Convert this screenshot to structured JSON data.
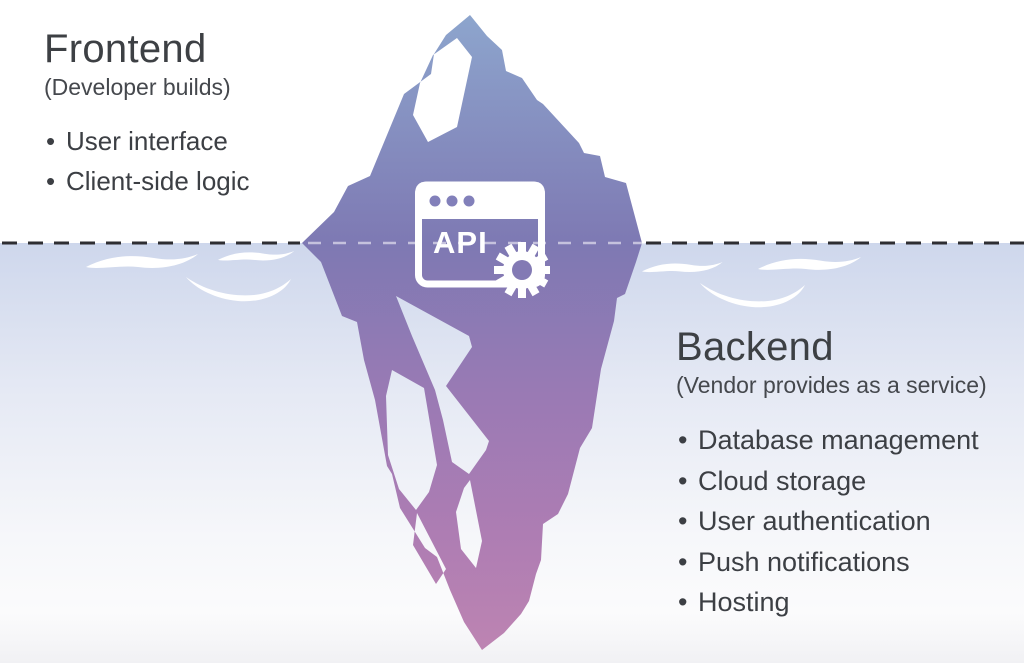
{
  "frontend": {
    "title": "Frontend",
    "subtitle": "(Developer builds)",
    "items": [
      "User interface",
      "Client-side logic"
    ]
  },
  "backend": {
    "title": "Backend",
    "subtitle": "(Vendor provides as a service)",
    "items": [
      "Database management",
      "Cloud storage",
      "User authentication",
      "Push notifications",
      "Hosting"
    ]
  },
  "iceberg": {
    "api_label": "API",
    "colors": {
      "tip_top": "#8da5cd",
      "waterline": "#7e79b3",
      "deep_bottom": "#bd84b2"
    }
  },
  "scene": {
    "background": "#ffffff",
    "water_top": "#ced7ec",
    "water_bottom": "#f1f1f4",
    "dash_line": "#2e2e32",
    "text_color": "#3e4145"
  },
  "icons": {
    "api_window": "browser-window-icon",
    "gear": "gear-icon",
    "wave": "wave-icon"
  }
}
